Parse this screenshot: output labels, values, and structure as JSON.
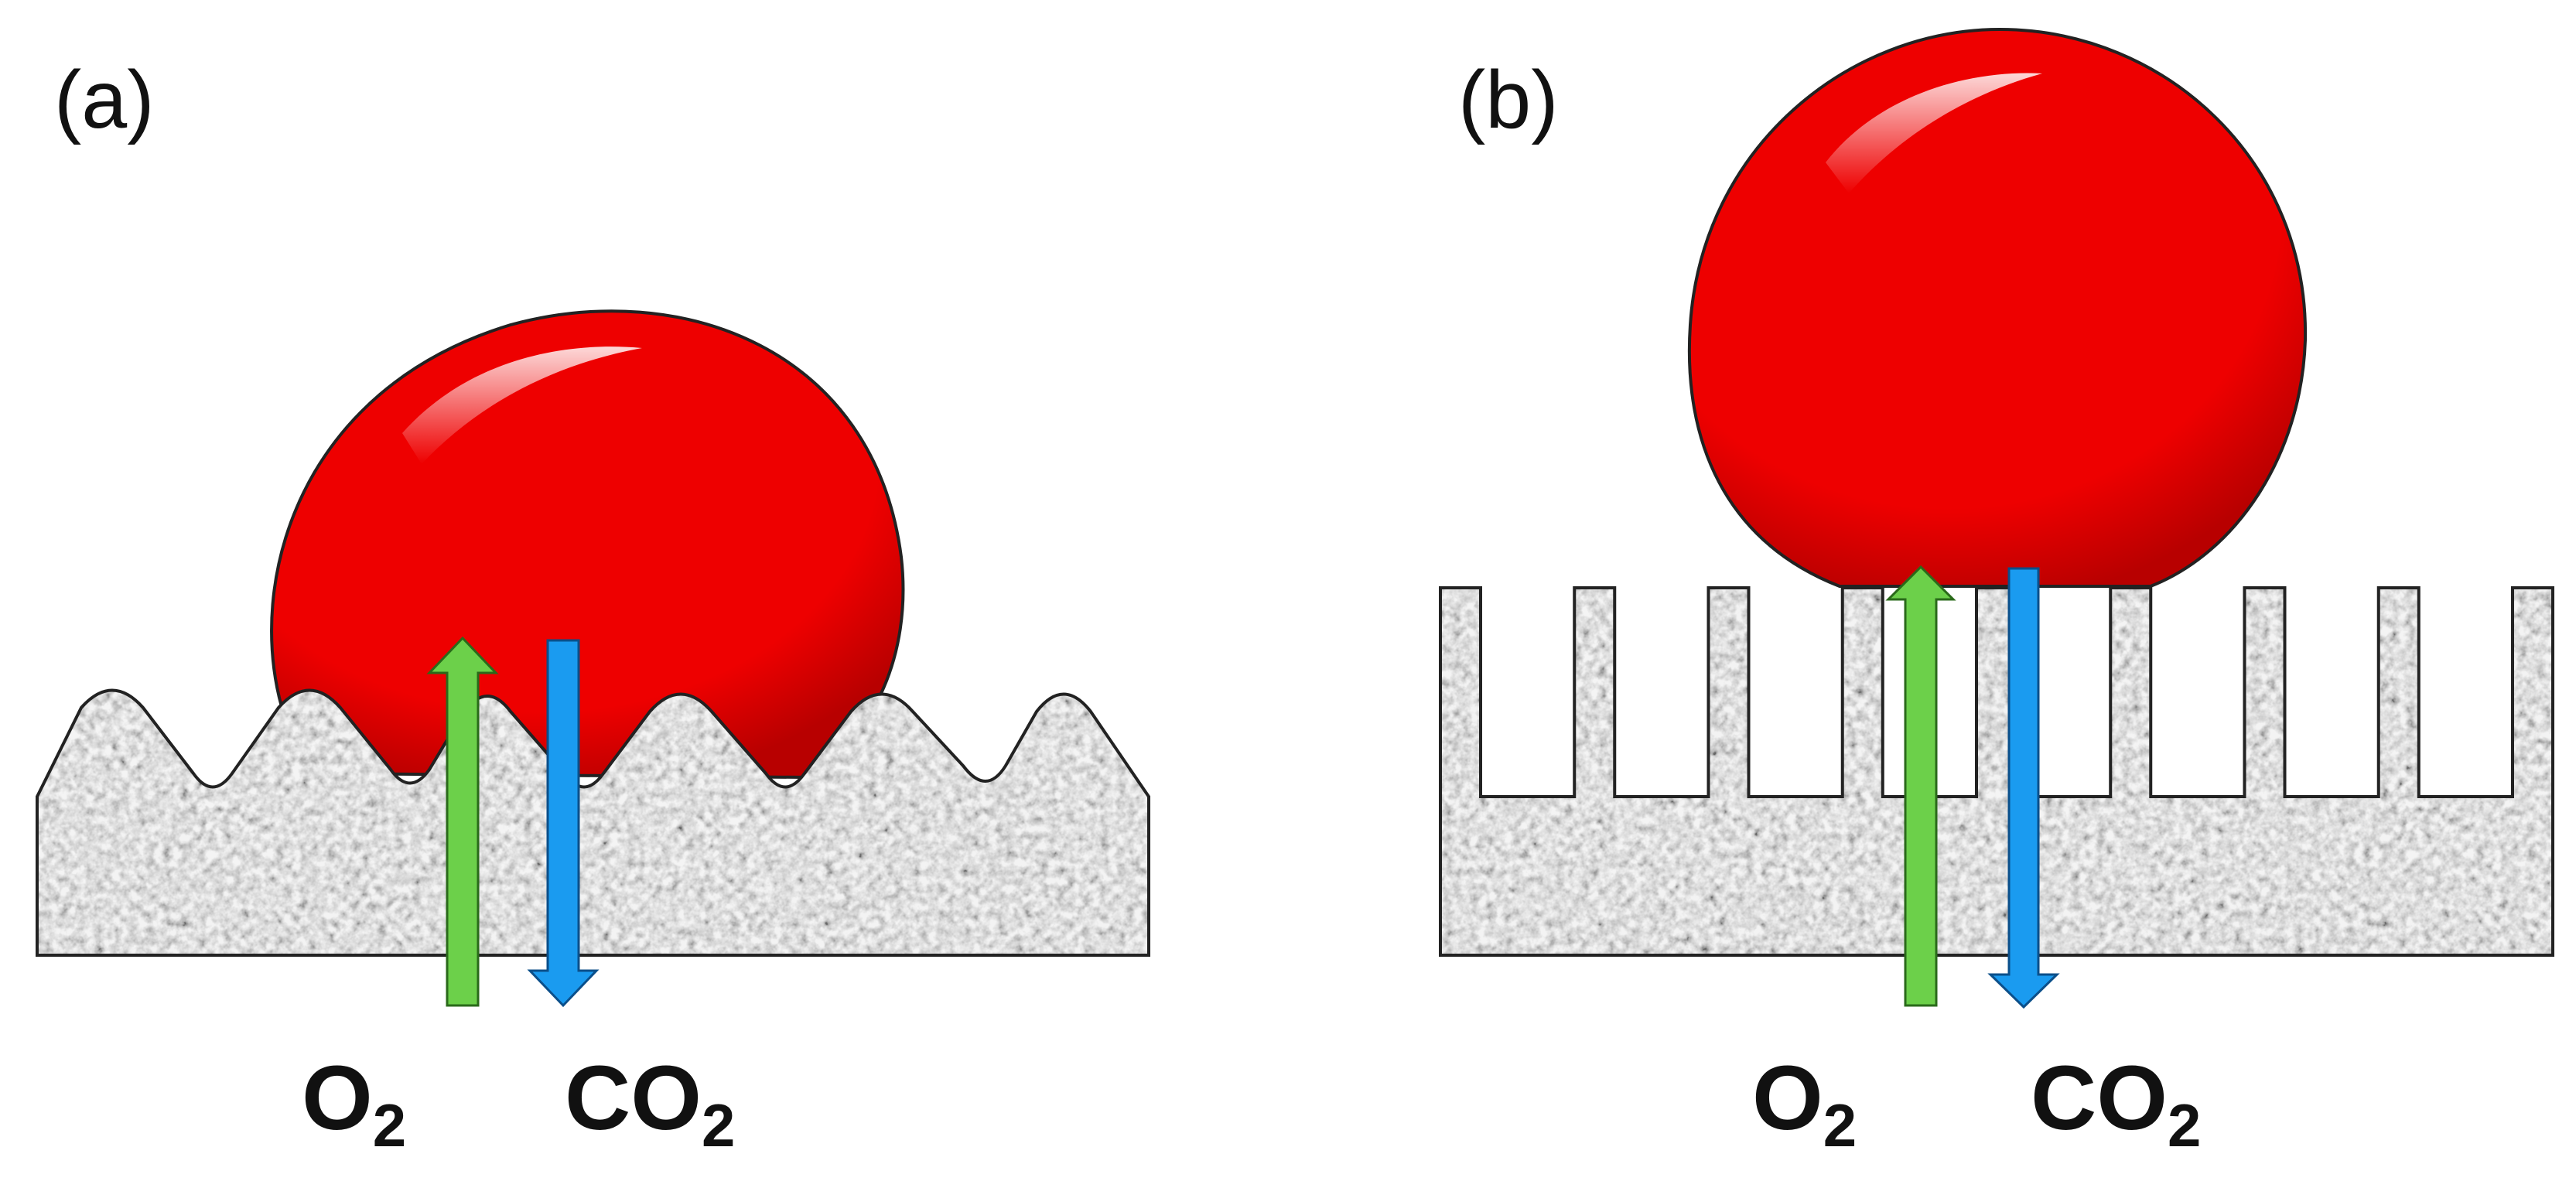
{
  "panels": [
    {
      "label": "(a)",
      "surface": "rough-wavy",
      "gas_in": {
        "label": "O",
        "subscript": "2",
        "direction": "up"
      },
      "gas_out": {
        "label": "CO",
        "subscript": "2",
        "direction": "down"
      }
    },
    {
      "label": "(b)",
      "surface": "pillar-array",
      "gas_in": {
        "label": "O",
        "subscript": "2",
        "direction": "up"
      },
      "gas_out": {
        "label": "CO",
        "subscript": "2",
        "direction": "down"
      }
    }
  ],
  "colors": {
    "droplet": "#ee0000",
    "droplet_dark": "#b80000",
    "substrate_light": "#e6e6e6",
    "substrate_dark": "#7a7a7a",
    "outline": "#222222",
    "o2_arrow": "#6cd04a",
    "co2_arrow": "#1a9bf0"
  }
}
